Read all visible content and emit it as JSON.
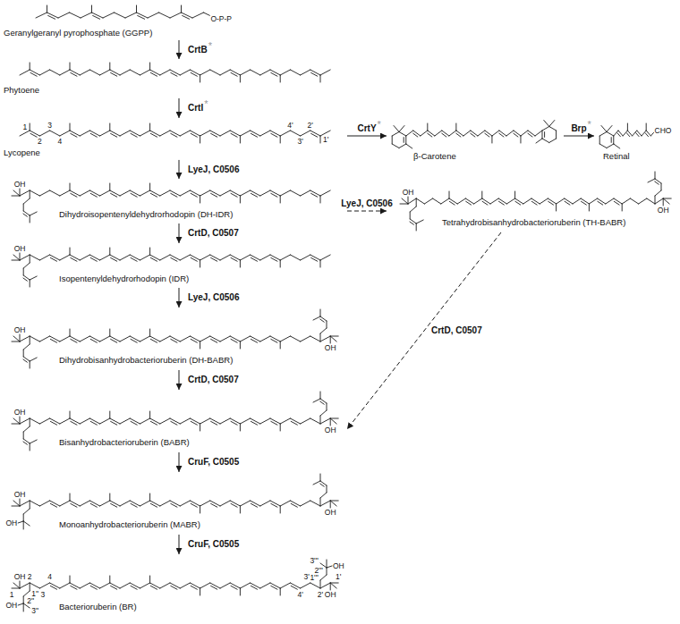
{
  "diagram": {
    "nodes": [
      {
        "text": [
          "Geranylgeranyl pyrophosphate (GGPP)"
        ]
      },
      {
        "text": [
          "Phytoene"
        ]
      },
      {
        "text": [
          "Lycopene"
        ]
      },
      {
        "text": [
          "β-Carotene"
        ]
      },
      {
        "text": [
          "Retinal"
        ]
      },
      {
        "text": [
          "Dihydroisopentenyldehydrorhodopin (DH-IDR)"
        ]
      },
      {
        "text": [
          "Tetrahydrobisanhydrobacterioruberin (TH-BABR)"
        ]
      },
      {
        "text": [
          "Isopentenyldehydrorhodopin (IDR)"
        ]
      },
      {
        "text": [
          "Dihydrobisanhydrobacterioruberin (DH-BABR)"
        ]
      },
      {
        "text": [
          "Bisanhydrobacterioruberin (BABR)"
        ]
      },
      {
        "text": [
          "Monoanhydrobacterioruberin (MABR)"
        ]
      },
      {
        "text": [
          "Bacterioruberin (BR)"
        ]
      }
    ],
    "edges": [
      {
        "from": 0,
        "to": 1,
        "arrow": "to",
        "label": "CrtB"
      },
      {
        "from": 1,
        "to": 2,
        "arrow": "to",
        "label": "CrtI"
      },
      {
        "from": 2,
        "to": 3,
        "arrow": "to",
        "label": "CrtY"
      },
      {
        "from": 3,
        "to": 4,
        "arrow": "to",
        "label": "Brp"
      },
      {
        "from": 2,
        "to": 5,
        "arrow": "to",
        "label": "LyeJ, C0506"
      },
      {
        "from": 5,
        "to": 6,
        "arrow": "to",
        "label": "LyeJ, C0506"
      },
      {
        "from": 5,
        "to": 7,
        "arrow": "to",
        "label": "CrtD, C0507"
      },
      {
        "from": 6,
        "to": 9,
        "arrow": "to",
        "label": "CrtD, C0507"
      },
      {
        "from": 7,
        "to": 8,
        "arrow": "to",
        "label": "LyeJ, C0506"
      },
      {
        "from": 8,
        "to": 9,
        "arrow": "to",
        "label": "CrtD, C0507"
      },
      {
        "from": 9,
        "to": 10,
        "arrow": "to",
        "label": "CruF, C0505"
      },
      {
        "from": 10,
        "to": 11,
        "arrow": "to",
        "label": "CruF, C0505"
      }
    ],
    "labels": [
      "*",
      "O-P-P",
      "*",
      "1",
      "2",
      "3",
      "4",
      "4'",
      "3'",
      "2'",
      "1'",
      "*",
      "*",
      "CHO",
      "OH",
      "OH",
      "OH",
      "OH",
      "OH",
      "OH",
      "OH",
      "OH",
      "OH",
      "OH",
      "OH",
      "OH",
      "1",
      "2",
      "3",
      "4",
      "4'",
      "3'",
      "2'",
      "1'",
      "OH",
      "OH",
      "1'''",
      "2'''",
      "3'''",
      "1''",
      "2''",
      "3''",
      "OH"
    ]
  }
}
